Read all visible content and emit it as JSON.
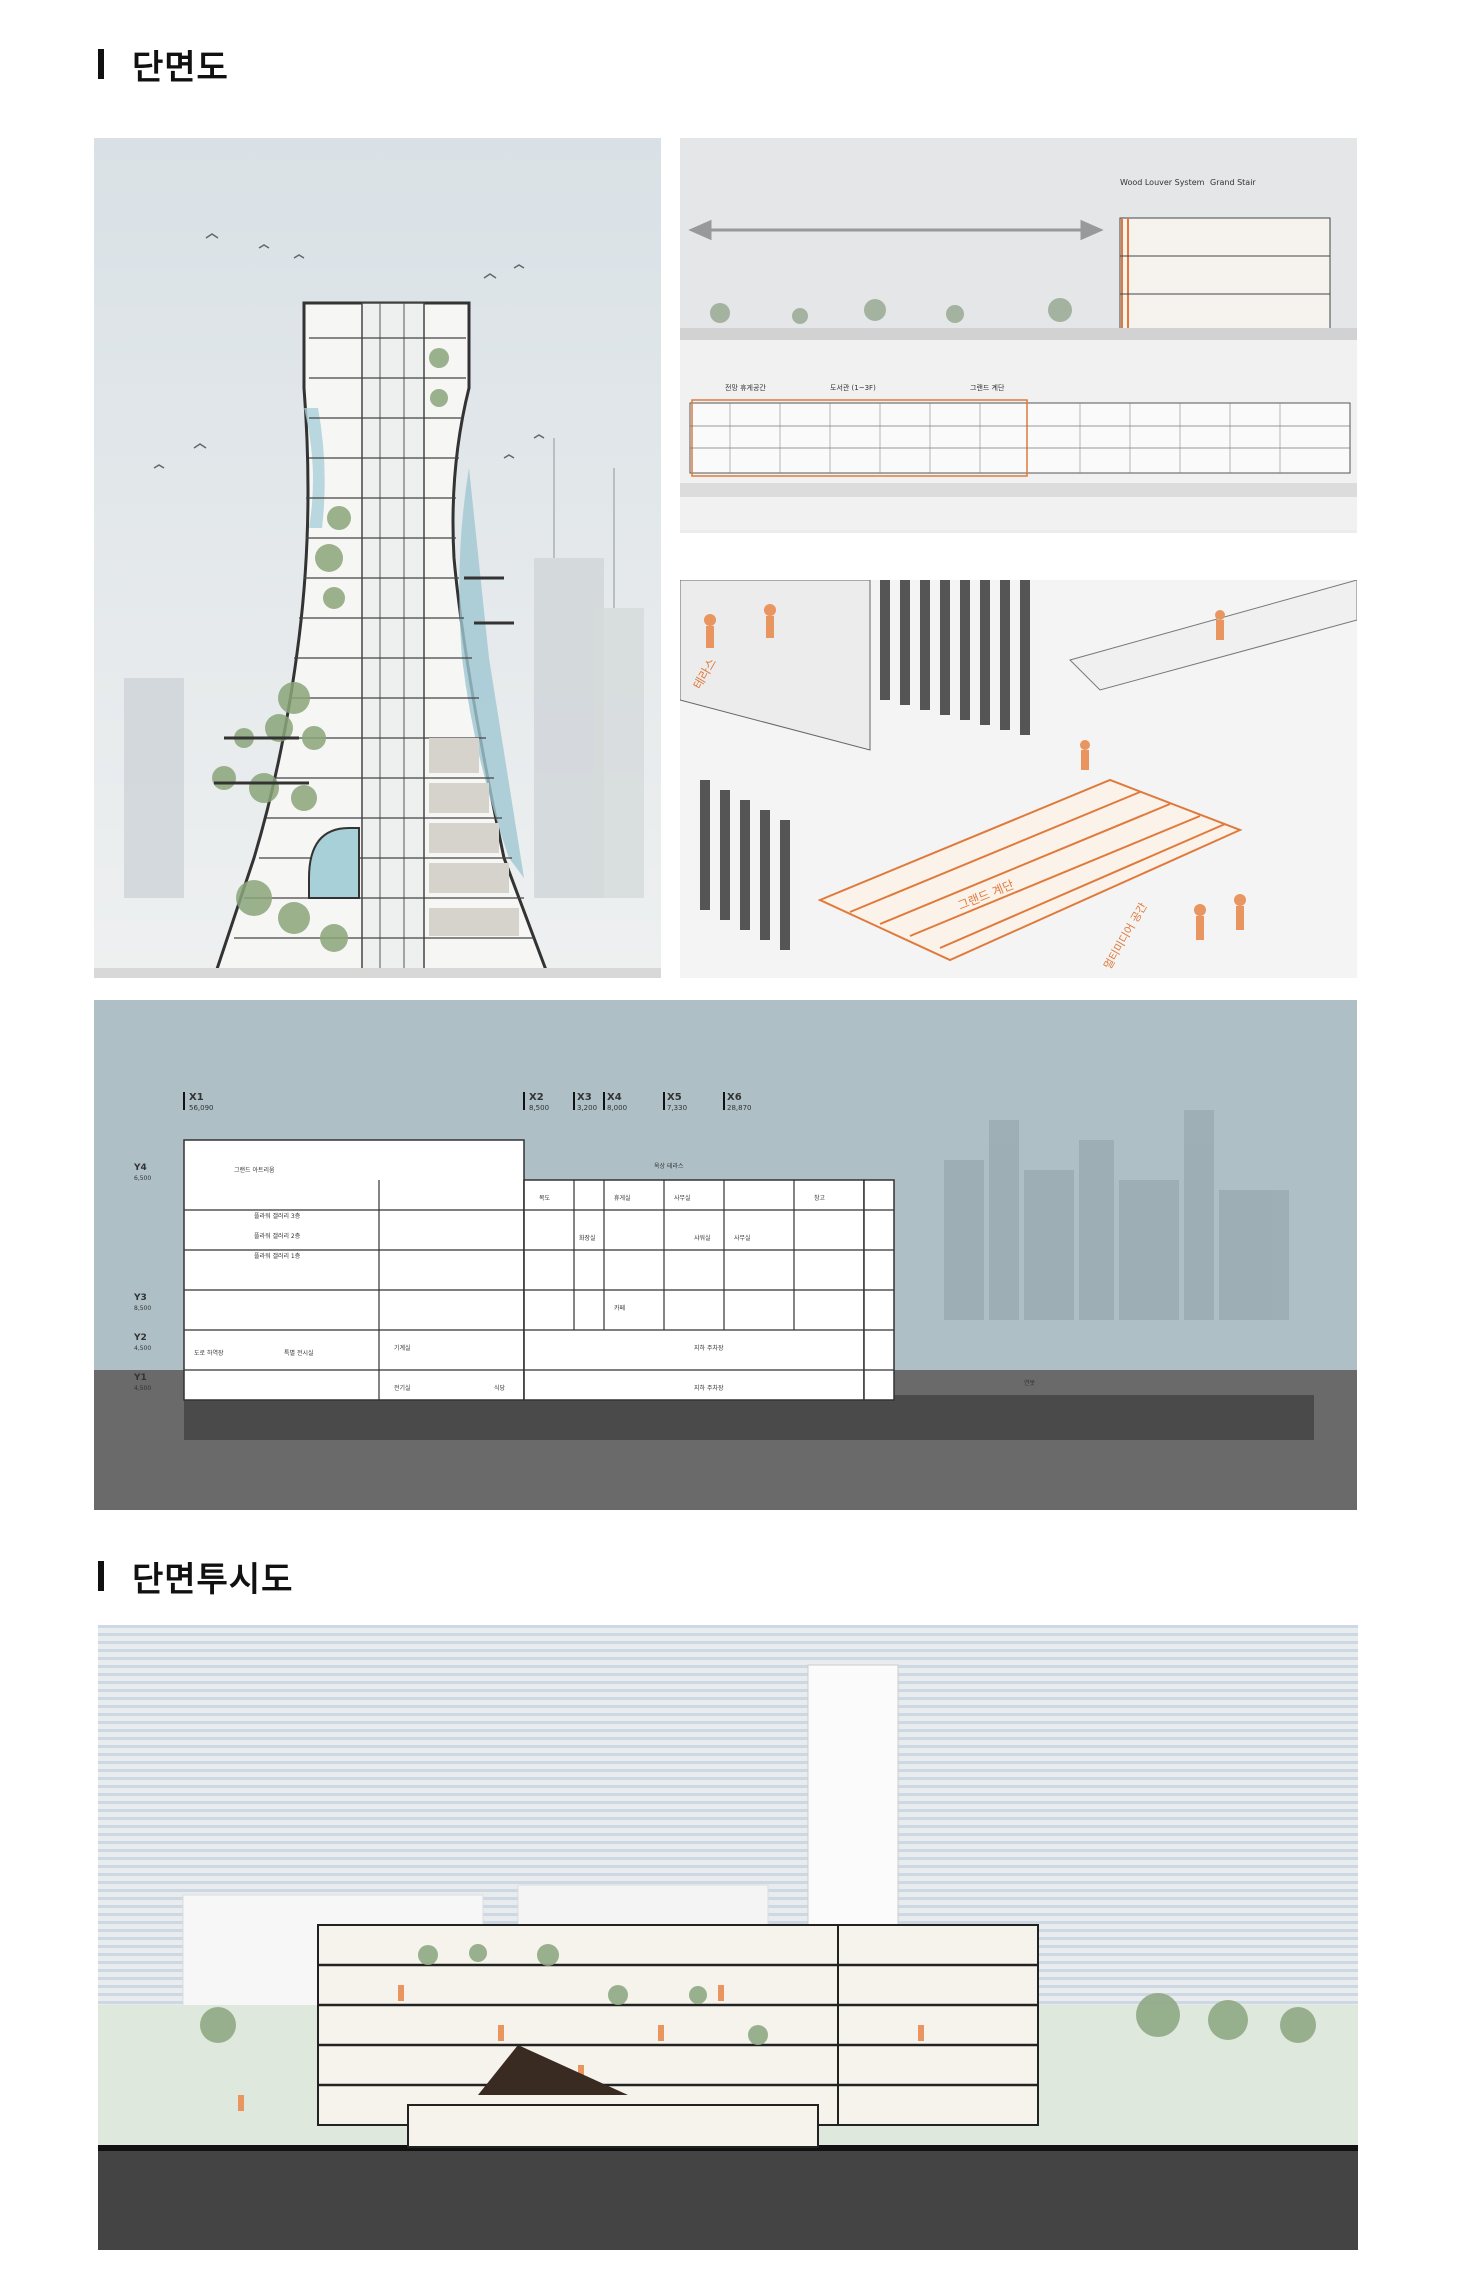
{
  "sections": {
    "section_drawing_title": "단면도",
    "perspective_section_title": "단면투시도"
  },
  "colors": {
    "accent_orange": "#e07a3c",
    "fog_blue": "#c9d6dc",
    "ground_dark": "#4a4a4a"
  },
  "wood_panel": {
    "label_louver": "Wood Louver System",
    "label_stair": "Grand Stair",
    "label_a": "전망 휴게공간",
    "label_b": "도서관 (1~3F)",
    "label_c": "그랜드 계단"
  },
  "iso_panel": {
    "terrace": "테라스",
    "grand_stair": "그랜드 계단",
    "multi_space": "멀티미디어 공간"
  },
  "long_section": {
    "grid_x": [
      {
        "id": "X1",
        "dim": "56,090"
      },
      {
        "id": "X2",
        "dim": "8,500"
      },
      {
        "id": "X3",
        "dim": "3,200"
      },
      {
        "id": "X4",
        "dim": "8,000"
      },
      {
        "id": "X5",
        "dim": "7,330"
      },
      {
        "id": "X6",
        "dim": "28,870"
      }
    ],
    "grid_y": [
      {
        "id": "Y4",
        "dim": "6,500"
      },
      {
        "id": "Y3",
        "dim": "8,500"
      },
      {
        "id": "Y2",
        "dim": "4,500"
      },
      {
        "id": "Y1",
        "dim": "4,500"
      }
    ],
    "rooms": {
      "grand_atrium": "그랜드 아트리움",
      "gallery3": "플라워 갤러리 3층",
      "gallery2": "플라워 갤러리 2층",
      "gallery1": "플라워 갤러리 1층",
      "exhibit": "특별 전시실",
      "roof": "옥상 테라스",
      "corridor": "복도",
      "lounge": "휴게실",
      "store": "사무실",
      "office": "사무실",
      "storage": "창고",
      "toilet": "화장실",
      "shower": "샤워실",
      "cafe": "카페",
      "parking1": "지하 주차장",
      "parking2": "지하 주차장",
      "machine": "기계실",
      "elec": "전기실",
      "plaza": "도로 하역장",
      "cafeteria": "식당",
      "ground": "연못"
    }
  }
}
